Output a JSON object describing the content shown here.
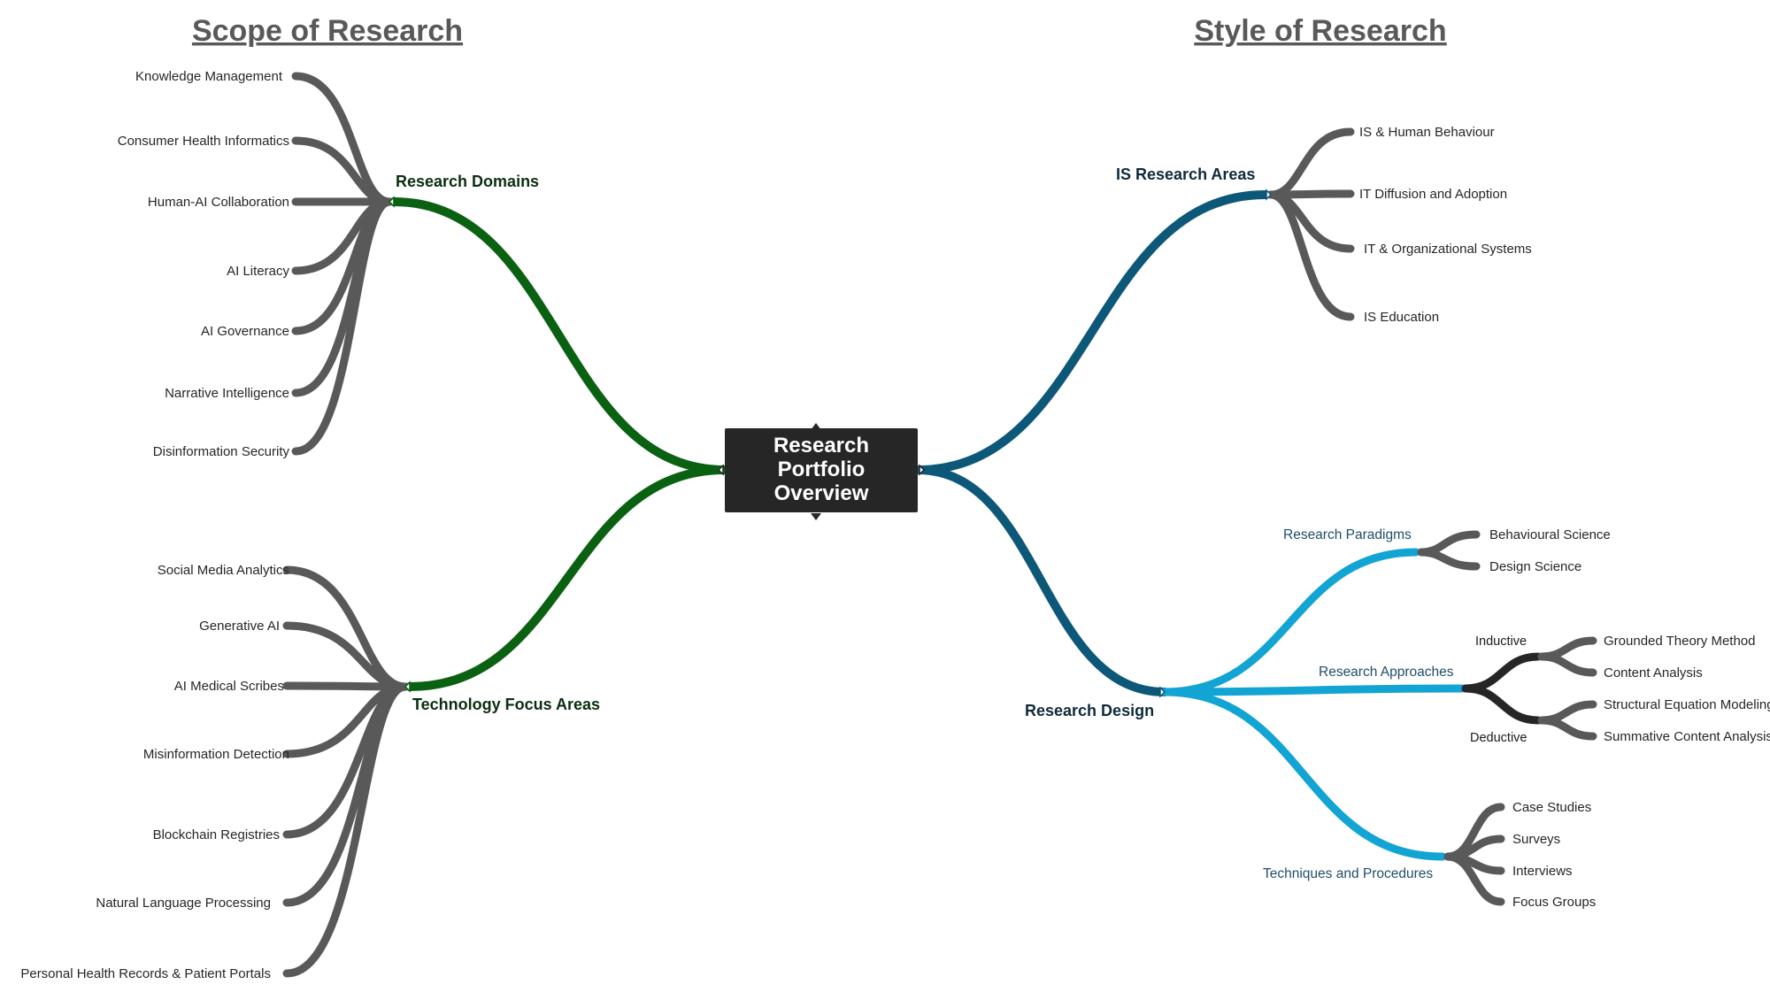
{
  "headings": {
    "left": "Scope of Research",
    "right": "Style of Research"
  },
  "central": {
    "lines": [
      "Research",
      "Portfolio",
      "Overview"
    ]
  },
  "colors": {
    "green": "#0b6112",
    "navy": "#0d5878",
    "cyan": "#12a4d3",
    "gray": "#595959",
    "dark": "#262626"
  },
  "branches": {
    "research_domains": {
      "label": "Research Domains",
      "items": [
        "Knowledge Management",
        "Consumer Health Informatics",
        "Human-AI Collaboration",
        "AI Literacy",
        "AI Governance",
        "Narrative Intelligence",
        "Disinformation Security"
      ]
    },
    "technology_focus_areas": {
      "label": "Technology Focus Areas",
      "items": [
        "Social Media Analytics",
        "Generative AI",
        "AI Medical Scribes",
        "Misinformation Detection",
        "Blockchain Registries",
        "Natural Language Processing",
        "Personal Health Records & Patient Portals"
      ]
    },
    "is_research_areas": {
      "label": "IS Research Areas",
      "items": [
        "IS & Human Behaviour",
        "IT Diffusion and Adoption",
        "IT & Organizational Systems",
        "IS Education"
      ]
    },
    "research_design": {
      "label": "Research Design",
      "paradigms": {
        "label": "Research Paradigms",
        "items": [
          "Behavioural Science",
          "Design Science"
        ]
      },
      "approaches": {
        "label": "Research Approaches",
        "inductive": {
          "label": "Inductive",
          "items": [
            "Grounded Theory Method",
            "Content Analysis"
          ]
        },
        "deductive": {
          "label": "Deductive",
          "items": [
            "Structural Equation Modeling",
            "Summative Content Analysis"
          ]
        }
      },
      "techniques": {
        "label": "Techniques and Procedures",
        "items": [
          "Case Studies",
          "Surveys",
          "Interviews",
          "Focus Groups"
        ]
      }
    }
  }
}
